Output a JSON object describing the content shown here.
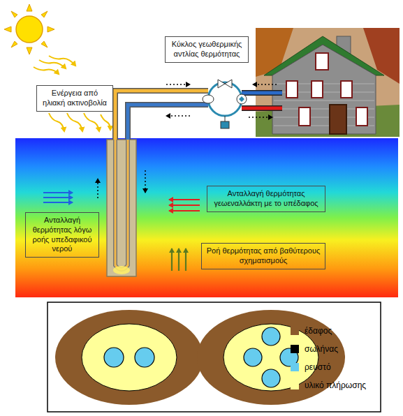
{
  "diagram": {
    "nodes": [
      {
        "text": [
          "Κύκλος γεωθερμικής αντλίας θερμότητας"
        ]
      },
      {
        "text": [
          "Ενέργεια από ηλιακή ακτινοβολία"
        ]
      },
      {
        "text": [
          "Ανταλλαγή θερμότητας γεωεναλλάκτη με το υπέδαφος"
        ]
      },
      {
        "text": [
          "Ανταλλαγή θερμότητας λόγω ροής υπεδαφικού νερού"
        ]
      },
      {
        "text": [
          "Ροή θερμότητας από βαθύτερους σχηματισμούς"
        ]
      }
    ],
    "legend": [
      {
        "text": "έδαφος",
        "color": "#8b5a2b"
      },
      {
        "text": "σωλήνας",
        "color": "#000000"
      },
      {
        "text": "ρευστό",
        "color": "#66ccee"
      },
      {
        "text": "υλικό πλήρωσης",
        "color": "#ffff99"
      }
    ]
  }
}
